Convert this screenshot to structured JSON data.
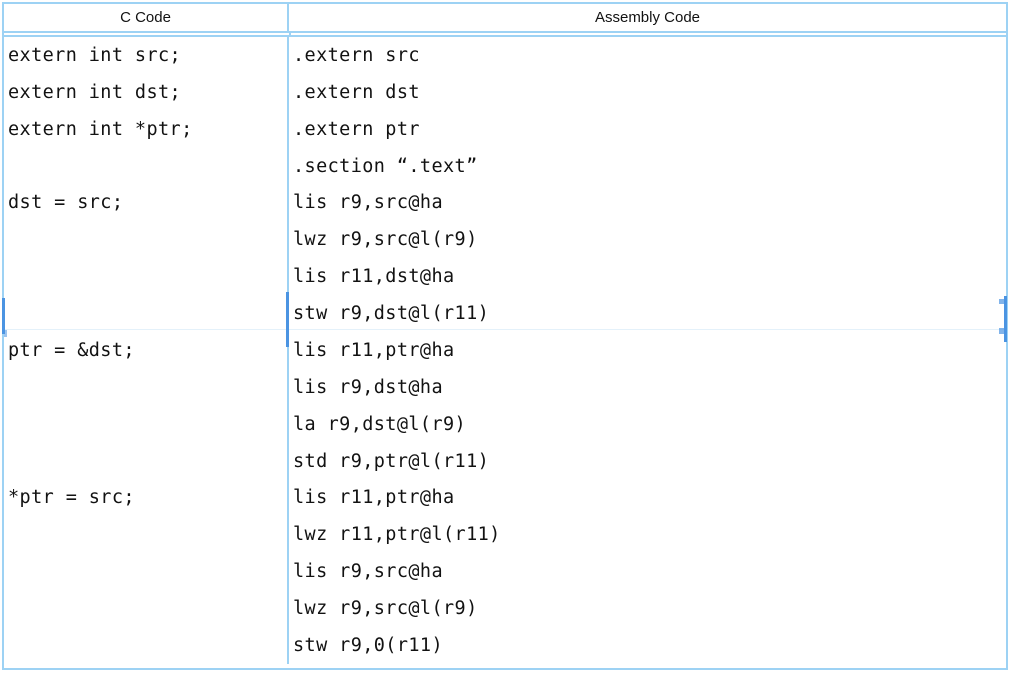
{
  "colors": {
    "border_light": "#9dd2f4",
    "border_dark": "#4b94e2",
    "break_line": "#e4f1fa",
    "text": "#121212"
  },
  "table": {
    "headers": {
      "c": "C Code",
      "asm": "Assembly Code"
    },
    "rows": [
      {
        "c": [
          "extern int src;",
          "extern int dst;",
          "extern int *ptr;"
        ],
        "asm": [
          ".extern src",
          ".extern dst",
          ".extern ptr",
          ".section “.text”"
        ]
      },
      {
        "c": [
          "dst = src;"
        ],
        "asm": [
          "lis r9,src@ha",
          "lwz r9,src@l(r9)",
          "lis r11,dst@ha",
          "stw r9,dst@l(r11)"
        ]
      },
      {
        "c": [
          "ptr = &dst;"
        ],
        "asm": [
          "lis r11,ptr@ha",
          "lis r9,dst@ha",
          "la r9,dst@l(r9)",
          "std r9,ptr@l(r11)"
        ]
      },
      {
        "c": [
          "*ptr = src;"
        ],
        "asm": [
          "lis r11,ptr@ha",
          "lwz r11,ptr@l(r11)",
          "lis r9,src@ha",
          "lwz r9,src@l(r9)",
          "stw r9,0(r11)"
        ]
      }
    ]
  }
}
